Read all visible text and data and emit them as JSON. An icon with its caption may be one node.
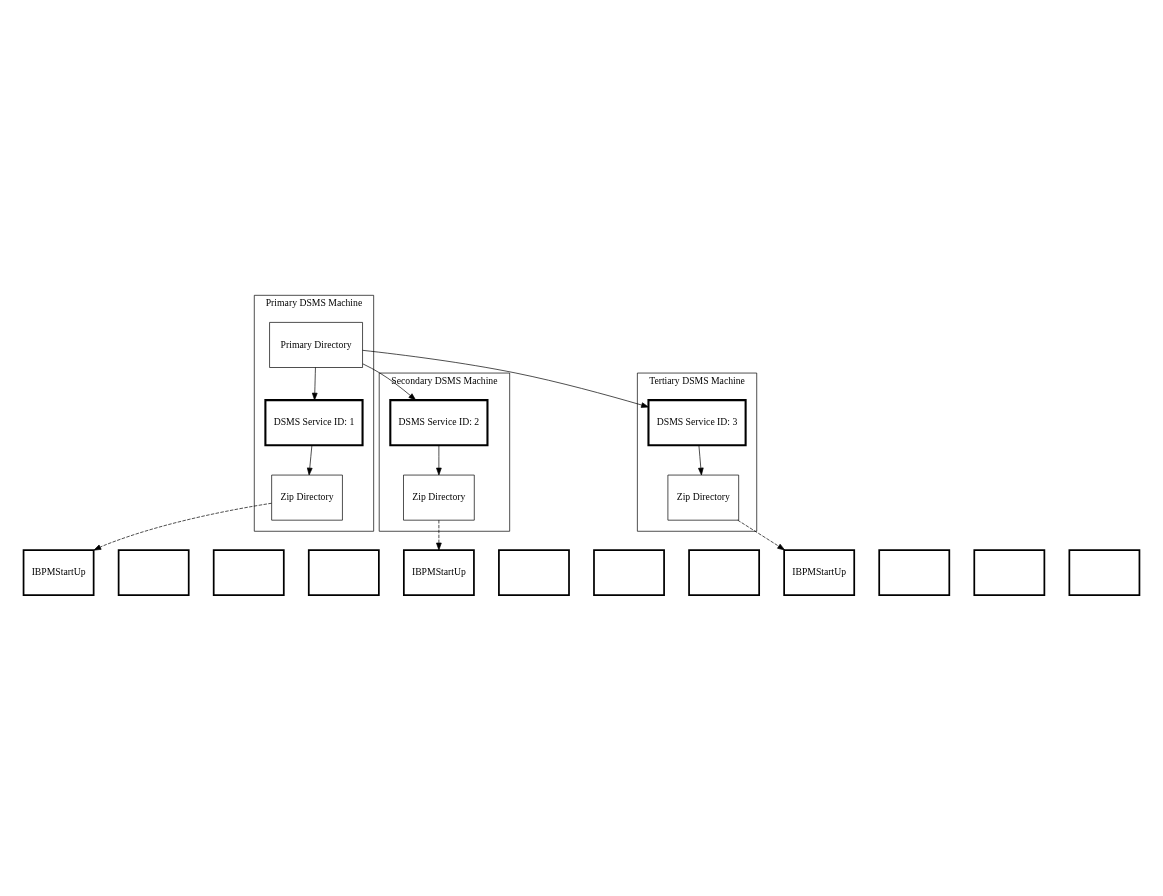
{
  "diagram": {
    "nodes": [
      {
        "text": [
          "Primary DSMS Machine"
        ]
      },
      {
        "text": [
          "Primary Directory"
        ],
        "in": 0
      },
      {
        "text": [
          "DSMS Service ID: 1"
        ],
        "in": 0
      },
      {
        "text": [
          "Zip Directory"
        ],
        "in": 0
      },
      {
        "text": [
          "Secondary DSMS Machine"
        ]
      },
      {
        "text": [
          "DSMS Service ID: 2"
        ],
        "in": 4
      },
      {
        "text": [
          "Zip Directory"
        ],
        "in": 4
      },
      {
        "text": [
          "Tertiary DSMS Machine"
        ]
      },
      {
        "text": [
          "DSMS Service ID: 3"
        ],
        "in": 7
      },
      {
        "text": [
          "Zip Directory"
        ],
        "in": 7
      },
      {
        "text": [],
        "shape": "box"
      },
      {
        "text": [],
        "shape": "box"
      },
      {
        "text": [],
        "shape": "box"
      },
      {
        "text": [
          "IBPMStartUp"
        ]
      },
      {
        "text": [],
        "shape": "box"
      },
      {
        "text": [],
        "shape": "box"
      },
      {
        "text": [],
        "shape": "box"
      },
      {
        "text": [
          "IBPMStartUp"
        ]
      },
      {
        "text": [],
        "shape": "box"
      },
      {
        "text": [],
        "shape": "box"
      },
      {
        "text": [],
        "shape": "box"
      },
      {
        "text": [
          "IBPMStartUp"
        ]
      }
    ],
    "edges": [
      {
        "from": 1,
        "to": 2,
        "arrow": "to"
      },
      {
        "from": 1,
        "to": 5,
        "arrow": "to"
      },
      {
        "from": 1,
        "to": 8,
        "arrow": "to"
      },
      {
        "from": 2,
        "to": 3,
        "arrow": "to"
      },
      {
        "from": 5,
        "to": 6,
        "arrow": "to"
      },
      {
        "from": 8,
        "to": 9,
        "arrow": "to"
      },
      {
        "from": 3,
        "to": 13,
        "arrow": "to",
        "style": "dashed"
      },
      {
        "from": 6,
        "to": 17,
        "arrow": "to",
        "style": "dashed"
      },
      {
        "from": 9,
        "to": 21,
        "arrow": "to",
        "style": "dashed"
      }
    ]
  }
}
